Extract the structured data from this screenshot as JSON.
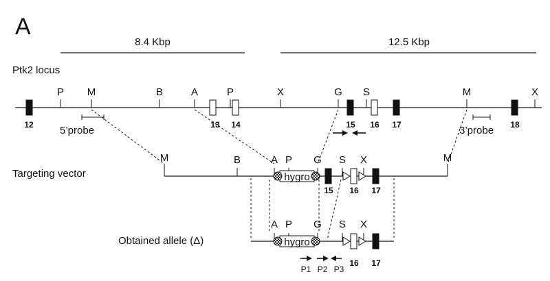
{
  "panel_letter": "A",
  "scale": {
    "left": "8.4 Kbp",
    "right": "12.5 Kbp"
  },
  "locus": {
    "title": "Ptk2 locus",
    "sites": [
      "P",
      "M",
      "B",
      "A",
      "P",
      "X",
      "G",
      "S",
      "M",
      "X"
    ],
    "exons": [
      "12",
      "13",
      "14",
      "15",
      "16",
      "17",
      "18"
    ],
    "probe5": "5’probe",
    "probe3": "3’probe"
  },
  "vector": {
    "title": "Targeting vector",
    "sites": [
      "M",
      "B",
      "A",
      "P",
      "G",
      "S",
      "X",
      "M"
    ],
    "cassette": "hygro",
    "exons": [
      "15",
      "16",
      "17"
    ]
  },
  "allele": {
    "title": "Obtained allele (Δ)",
    "sites": [
      "A",
      "P",
      "G",
      "S",
      "X"
    ],
    "cassette": "hygro",
    "exons": [
      "16",
      "17"
    ],
    "primers": [
      "P1",
      "P2",
      "P3"
    ]
  },
  "colors": {
    "ink": "#111111",
    "exon_filled": "#111111",
    "exon_open": "#ffffff"
  }
}
